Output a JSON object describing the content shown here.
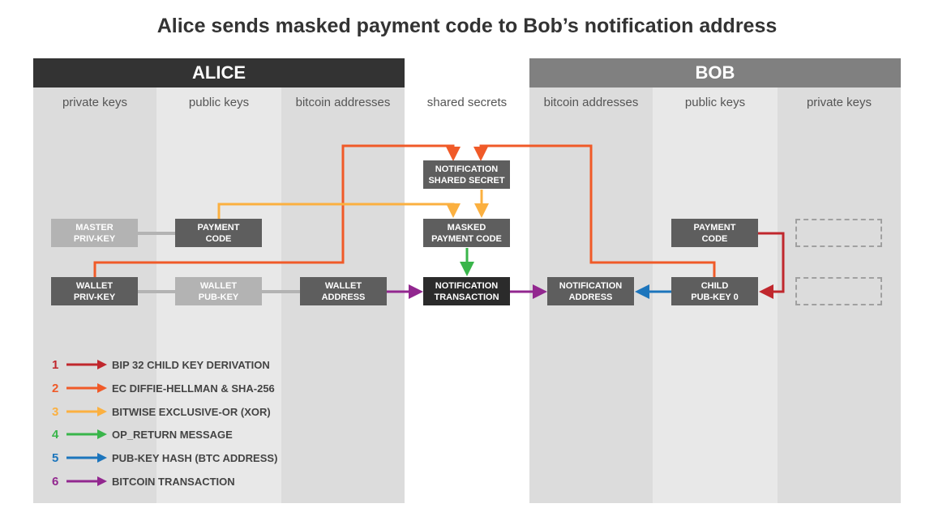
{
  "title": "Alice sends masked payment code to Bob’s notification address",
  "alice": {
    "banner": "ALICE"
  },
  "bob": {
    "banner": "BOB"
  },
  "columns": {
    "alice_private": "private keys",
    "alice_public": "public keys",
    "alice_addresses": "bitcoin addresses",
    "shared": "shared secrets",
    "bob_addresses": "bitcoin addresses",
    "bob_public": "public keys",
    "bob_private": "private keys"
  },
  "boxes": {
    "master_priv_key": [
      "MASTER",
      "PRIV-KEY"
    ],
    "alice_payment_code": [
      "PAYMENT",
      "CODE"
    ],
    "wallet_priv_key": [
      "WALLET",
      "PRIV-KEY"
    ],
    "wallet_pub_key": [
      "WALLET",
      "PUB-KEY"
    ],
    "wallet_address": [
      "WALLET",
      "ADDRESS"
    ],
    "notification_shared_secret": [
      "NOTIFICATION",
      "SHARED SECRET"
    ],
    "masked_payment_code": [
      "MASKED",
      "PAYMENT CODE"
    ],
    "notification_transaction": [
      "NOTIFICATION",
      "TRANSACTION"
    ],
    "notification_address": [
      "NOTIFICATION",
      "ADDRESS"
    ],
    "bob_payment_code": [
      "PAYMENT",
      "CODE"
    ],
    "child_pub_key": [
      "CHILD",
      "PUB-KEY 0"
    ]
  },
  "legend": [
    {
      "num": "1",
      "label": "BIP 32 CHILD KEY DERIVATION"
    },
    {
      "num": "2",
      "label": "EC DIFFIE-HELLMAN & SHA-256"
    },
    {
      "num": "3",
      "label": "BITWISE EXCLUSIVE-OR (XOR)"
    },
    {
      "num": "4",
      "label": "OP_RETURN MESSAGE"
    },
    {
      "num": "5",
      "label": "PUB-KEY HASH (BTC ADDRESS)"
    },
    {
      "num": "6",
      "label": "BITCOIN TRANSACTION"
    }
  ],
  "colors": {
    "derivation": "#c0272d",
    "ecdh": "#f05a28",
    "xor": "#fbb040",
    "op_return": "#39b54a",
    "pubkey_hash": "#1c75bc",
    "transaction": "#92278f",
    "box_dark": "#5e5e5e",
    "box_light": "#b3b3b3",
    "box_black": "#2b2b2b",
    "alice_banner": "#333333",
    "bob_banner": "#808080"
  }
}
